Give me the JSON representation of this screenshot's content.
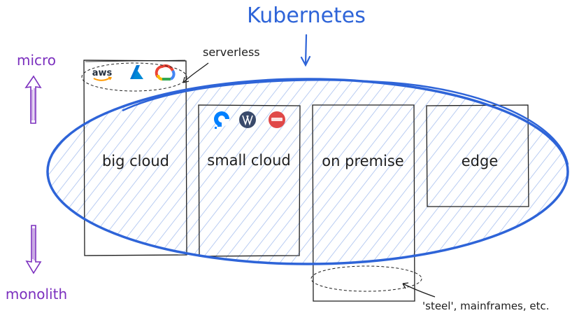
{
  "title": "Kubernetes",
  "axis": {
    "top_label": "micro",
    "bottom_label": "monolith",
    "color": "#7b2fbe"
  },
  "boxes": [
    {
      "label": "big cloud",
      "icons": [
        "aws-logo",
        "azure-logo",
        "google-cloud-logo"
      ]
    },
    {
      "label": "small cloud",
      "icons": [
        "digitalocean-logo",
        "vultr-logo",
        "linode-logo"
      ]
    },
    {
      "label": "on premise",
      "icons": []
    },
    {
      "label": "edge",
      "icons": []
    }
  ],
  "icon_text": {
    "aws": "aws"
  },
  "annotations": {
    "serverless": "serverless",
    "steel": "'steel', mainframes, etc."
  },
  "colors": {
    "kubernetes_blue": "#2e64d8",
    "hatch": "#a8c0ef",
    "ink": "#1e1e1e",
    "purple": "#7b2fbe"
  }
}
